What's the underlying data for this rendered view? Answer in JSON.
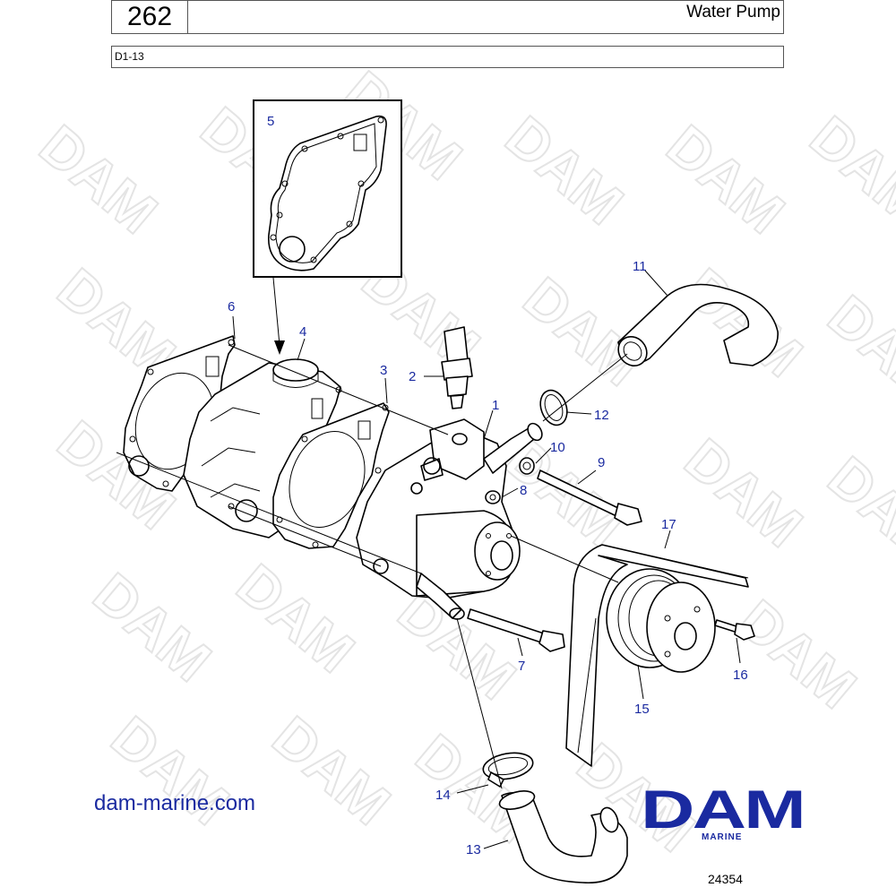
{
  "header": {
    "page_number": "262",
    "title": "Water Pump",
    "model": "D1-13"
  },
  "watermark": {
    "text": "DAM"
  },
  "callouts": [
    {
      "label": "1"
    },
    {
      "label": "2"
    },
    {
      "label": "3"
    },
    {
      "label": "4"
    },
    {
      "label": "5"
    },
    {
      "label": "6"
    },
    {
      "label": "7"
    },
    {
      "label": "8"
    },
    {
      "label": "9"
    },
    {
      "label": "10"
    },
    {
      "label": "11"
    },
    {
      "label": "12"
    },
    {
      "label": "13"
    },
    {
      "label": "14"
    },
    {
      "label": "15"
    },
    {
      "label": "16"
    },
    {
      "label": "17"
    }
  ],
  "footer": {
    "website": "dam-marine.com",
    "logo_text": "DAM",
    "logo_subtext": "MARINE",
    "drawing_number": "24354"
  },
  "colors": {
    "callout_blue": "#1a2aa0",
    "line": "#000000",
    "watermark": "#e4e4e4"
  }
}
